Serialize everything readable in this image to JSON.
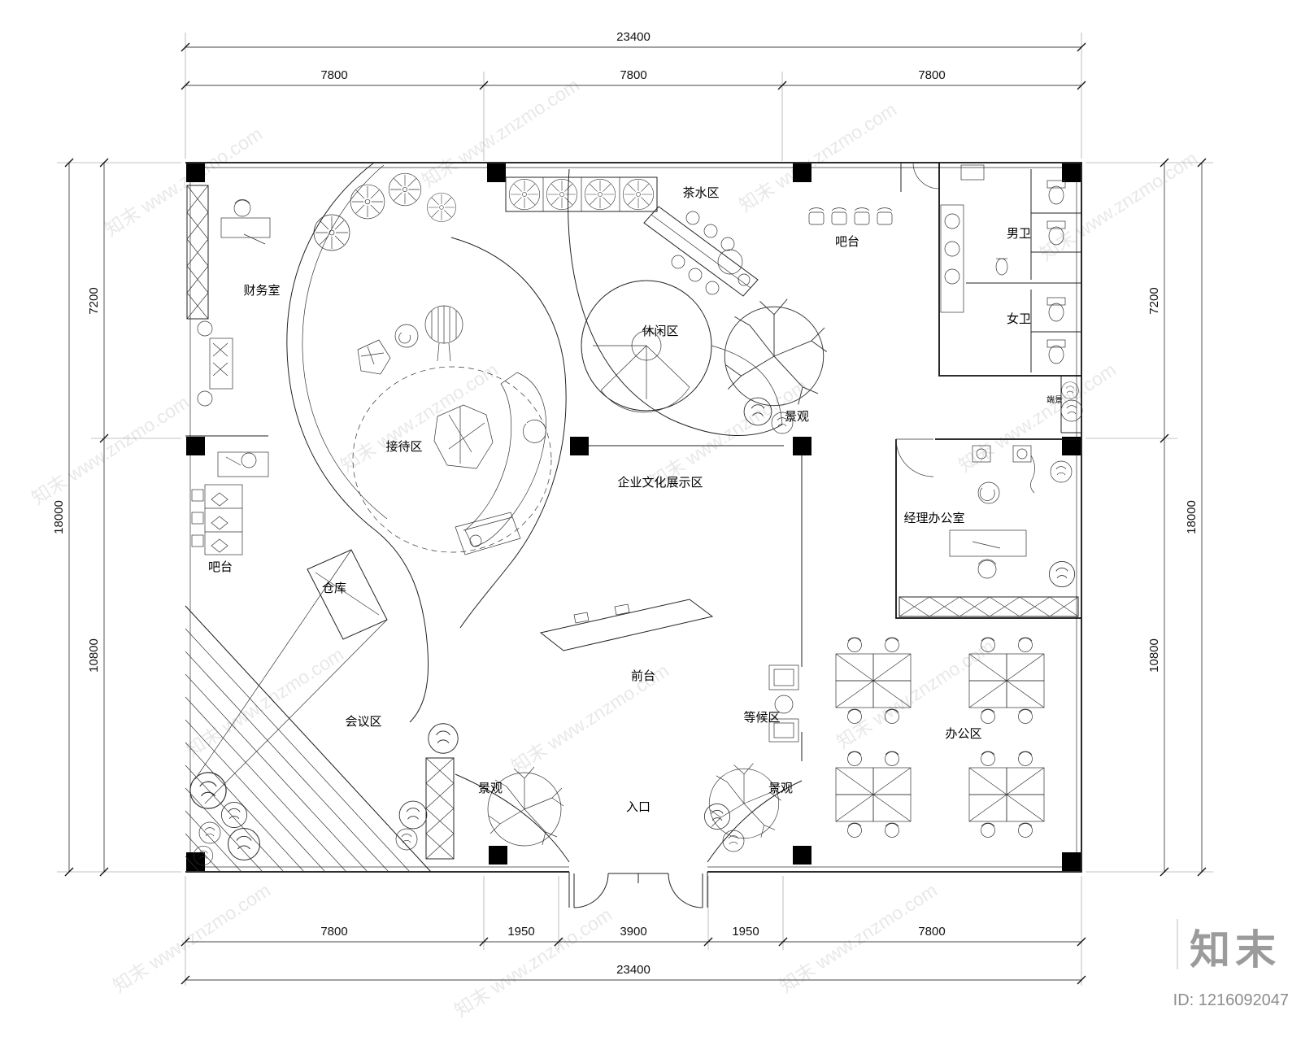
{
  "watermark": {
    "text": "知末 www.znzmo.com"
  },
  "branding": {
    "logo": "知末",
    "id": "ID: 1216092047"
  },
  "dims": {
    "top_total": "23400",
    "top": [
      "7800",
      "7800",
      "7800"
    ],
    "bottom": [
      "7800",
      "1950",
      "3900",
      "1950",
      "7800"
    ],
    "bottom_total": "23400",
    "left": [
      "7200",
      "10800"
    ],
    "left_total": "18000",
    "right": [
      "7200",
      "10800"
    ],
    "right_total": "18000"
  },
  "rooms": {
    "finance": "财务室",
    "tea": "茶水区",
    "bar_top": "吧台",
    "mens": "男卫",
    "womens": "女卫",
    "leisure": "休闲区",
    "landscape_a": "景观",
    "endview": "端景",
    "reception": "接待区",
    "culture": "企业文化展示区",
    "manager": "经理办公室",
    "bar_left": "吧台",
    "warehouse": "仓库",
    "meeting": "会议区",
    "frontdesk": "前台",
    "waiting": "等候区",
    "office": "办公区",
    "landscape_b": "景观",
    "landscape_c": "景观",
    "entrance": "入口"
  }
}
